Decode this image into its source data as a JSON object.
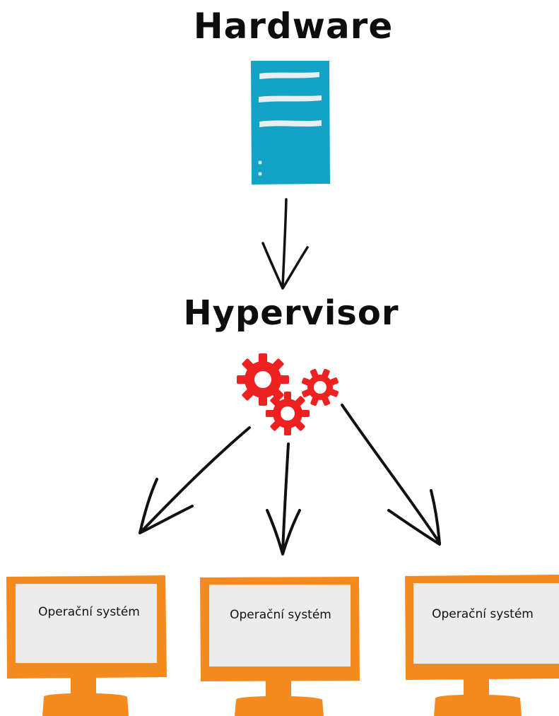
{
  "hardware": {
    "label": "Hardware",
    "icon": "server-icon",
    "color": "#12a3c6"
  },
  "hypervisor": {
    "label": "Hypervisor",
    "icon": "gears-icon",
    "color": "#ee2121"
  },
  "operating_systems": [
    {
      "label": "Operační systém",
      "icon": "monitor-icon"
    },
    {
      "label": "Operační systém",
      "icon": "monitor-icon"
    },
    {
      "label": "Operační systém",
      "icon": "monitor-icon"
    }
  ],
  "colors": {
    "monitor_frame": "#f58a1e",
    "monitor_screen": "#ececec",
    "arrow": "#111111",
    "text": "#0d0d0d"
  }
}
